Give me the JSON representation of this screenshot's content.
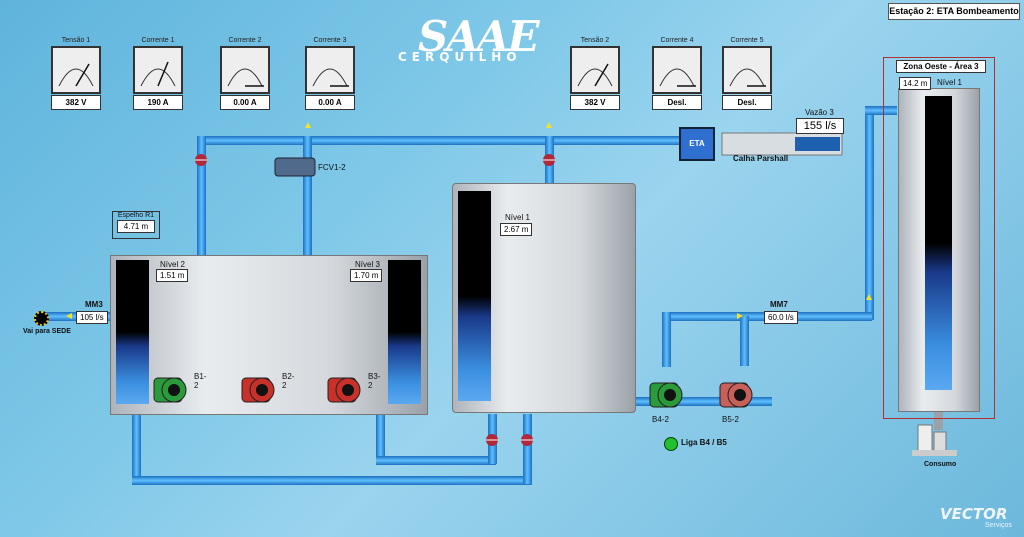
{
  "station_title": "Estação 2: ETA Bombeamento",
  "logo": {
    "brand": "SAAE",
    "subtitle": "CERQUILHO"
  },
  "meters": [
    {
      "label": "Tensão 1",
      "value": "382 V",
      "scale": [
        "200",
        "400",
        "600"
      ]
    },
    {
      "label": "Corrente 1",
      "value": "190 A",
      "scale": [
        "A",
        "75",
        "150",
        "225",
        "300"
      ]
    },
    {
      "label": "Corrente 2",
      "value": "0.00 A",
      "scale": [
        "A",
        "75",
        "150",
        "225",
        "300"
      ]
    },
    {
      "label": "Corrente 3",
      "value": "0.00 A",
      "scale": [
        "A",
        "75",
        "150",
        "225",
        "300"
      ]
    },
    {
      "label": "Tensão 2",
      "value": "382 V",
      "scale": [
        "200",
        "400",
        "600"
      ]
    },
    {
      "label": "Corrente 4",
      "value": "Desl.",
      "scale": [
        "A",
        "75",
        "150",
        "225",
        "300"
      ]
    },
    {
      "label": "Corrente 5",
      "value": "Desl.",
      "scale": [
        "A",
        "75",
        "150",
        "225",
        "300"
      ]
    }
  ],
  "vazao3": {
    "label": "Vazão 3",
    "value": "155 l/s"
  },
  "eta_label": "ETA",
  "calha_label": "Calha Parshall",
  "fcv_label": "FCV1-2",
  "espelho": {
    "label": "Espelho R1",
    "value": "4.71 m"
  },
  "nivel1": {
    "label": "Nível 1",
    "value": "2.67 m"
  },
  "nivel2": {
    "label": "Nível 2",
    "value": "1.51 m"
  },
  "nivel3": {
    "label": "Nível 3",
    "value": "1.70 m"
  },
  "mm3": {
    "label": "MM3",
    "value": "105 l/s"
  },
  "vai_sede": "Vai para SEDE",
  "pumps": [
    {
      "label": "B1-2",
      "color": "#2a9a3a"
    },
    {
      "label": "B2-2",
      "color": "#c8302a"
    },
    {
      "label": "B3-2",
      "color": "#c8302a"
    },
    {
      "label": "B4-2",
      "color": "#2a9a3a"
    },
    {
      "label": "B5-2",
      "color": "#c8605a"
    }
  ],
  "mm7": {
    "label": "MM7",
    "value": "60.0 l/s"
  },
  "liga_label": "Liga B4 / B5",
  "zona": {
    "title": "Zona Oeste - Área 3",
    "level_value": "14.2 m",
    "level_label": "Nível 1"
  },
  "consumo_label": "Consumo",
  "vector": {
    "brand": "VECTOR",
    "sub": "Serviços"
  },
  "colors": {
    "pipe": "#3aa4f0",
    "pipe_dark": "#1d6fc0",
    "valve": "#b0283a",
    "flow": "#f2e22a"
  }
}
